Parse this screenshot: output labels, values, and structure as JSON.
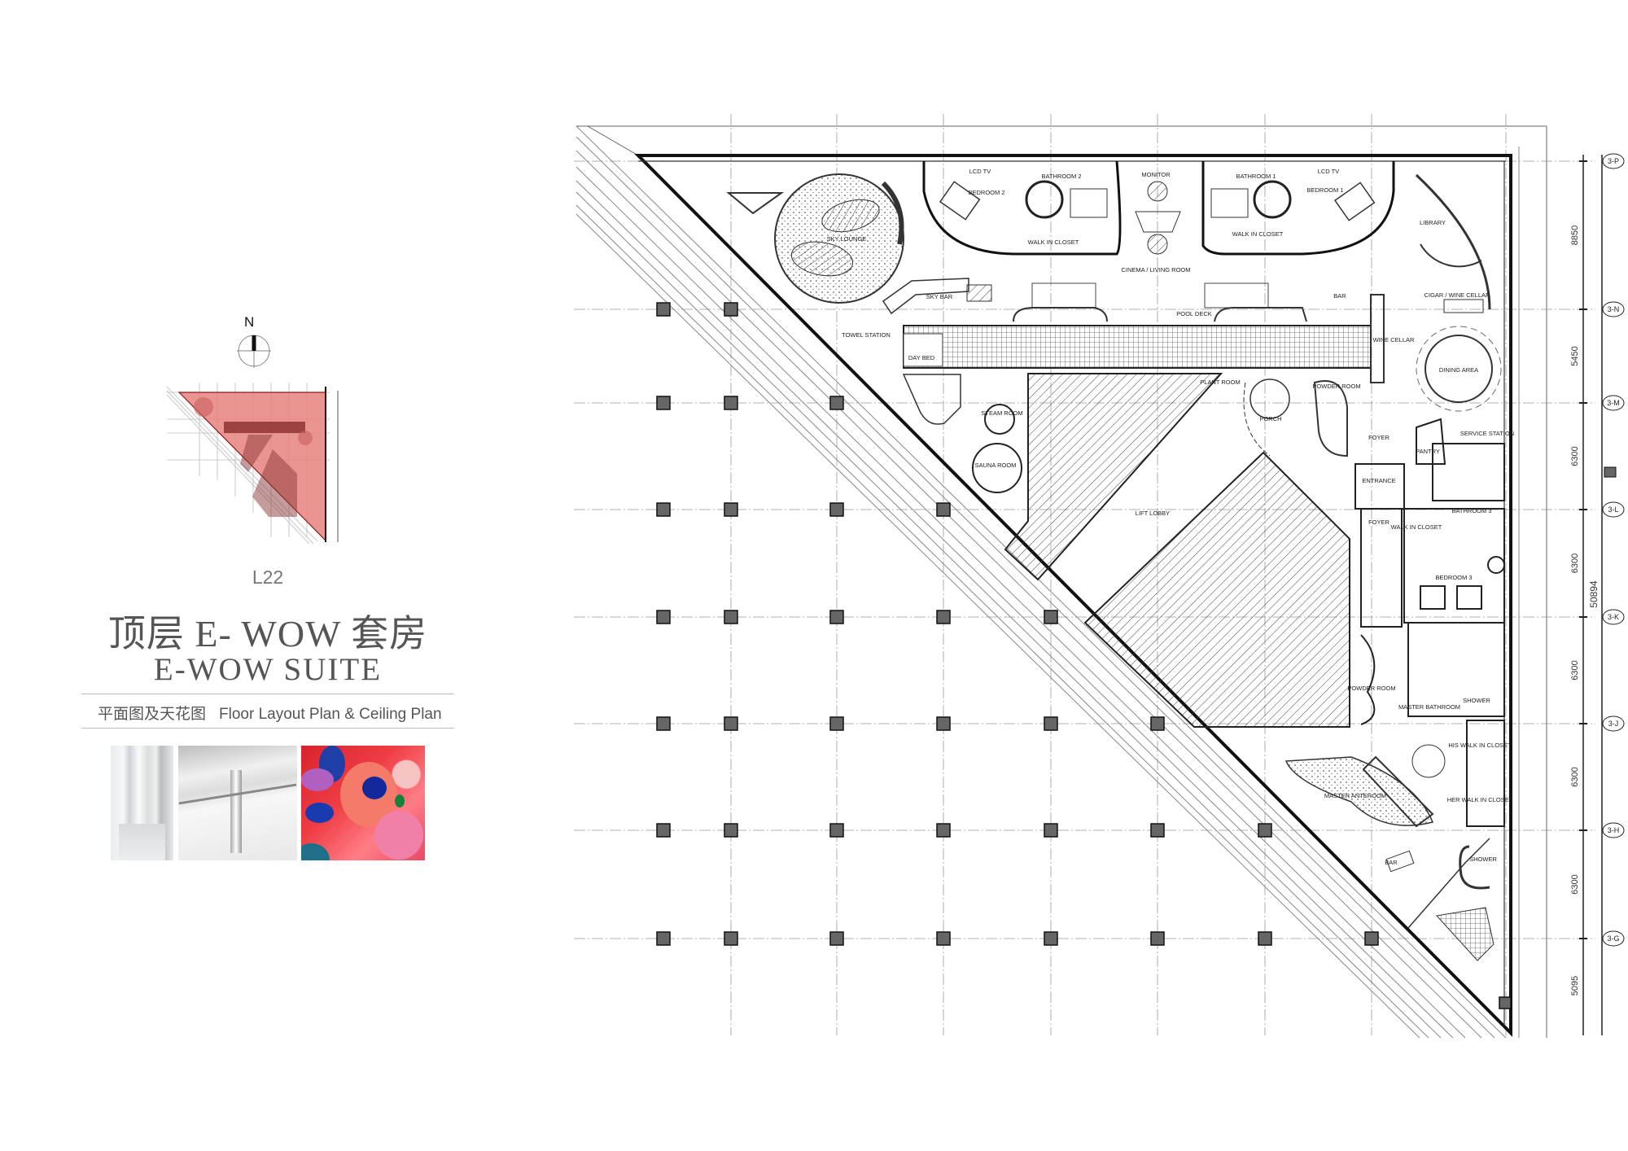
{
  "panel": {
    "north_label": "N",
    "level": "L22",
    "title_cn": "顶层 E- WOW 套房",
    "title_en": "E-WOW SUITE",
    "caption_cn": "平面图及天花图",
    "caption_en": "Floor Layout Plan & Ceiling Plan",
    "key_plan_highlight_color": "#e8837f",
    "photos": [
      "corridor-photo",
      "glass-table-leg-photo",
      "abstract-artwork-photo"
    ]
  },
  "plan": {
    "rooms": [
      "SKY LOUNGE",
      "BEDROOM 2",
      "BATHROOM 2",
      "MONITOR",
      "CINEMA / LIVING ROOM",
      "BATHROOM 1",
      "BEDROOM 1",
      "LIBRARY",
      "CIGAR / WINE CELLAR",
      "SKY BAR",
      "POOL DECK",
      "TOWEL STATION",
      "DAY BED",
      "WINE CELLAR",
      "DINING AREA",
      "POWDER ROOM",
      "STEAM ROOM",
      "PLANT ROOM",
      "PORCH",
      "FOYER",
      "SERVICE STATION",
      "PANTRY",
      "SAUNA ROOM",
      "ENTRANCE",
      "LIFT LOBBY",
      "BATHROOM 3",
      "FOYER",
      "WALK IN CLOSET",
      "BEDROOM 3",
      "POWDER ROOM",
      "MASTER BATHROOM",
      "SHOWER",
      "HIS WALK IN CLOSET",
      "HER WALK IN CLOSET",
      "MASTER ANTEROOM",
      "SHOWER",
      "BAR",
      "LCD TV",
      "WALK IN CLOSET",
      "LCD TV",
      "WALK IN CLOSET",
      "BAR"
    ],
    "grid_axes": [
      "3-P",
      "3-N",
      "3-M",
      "3-L",
      "3-K",
      "3-J",
      "3-H",
      "3-G"
    ],
    "dimensions": [
      "8850",
      "5450",
      "6300",
      "6300",
      "6300",
      "6300",
      "6300",
      "5095"
    ],
    "total_dimension": "50894"
  }
}
